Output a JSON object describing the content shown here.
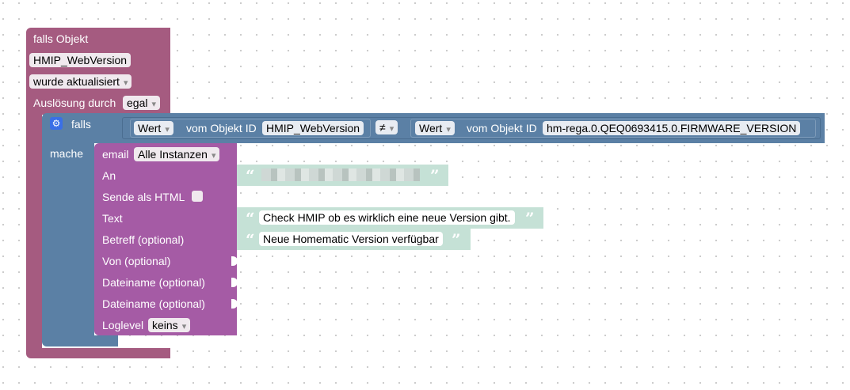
{
  "trigger": {
    "title": "falls Objekt",
    "object_id": "HMIP_WebVersion",
    "event": "wurde aktualisiert",
    "trigger_label": "Auslösung durch",
    "trigger_value": "egal"
  },
  "if_block": {
    "falls_label": "falls",
    "mache_label": "mache",
    "left": {
      "property": "Wert",
      "text": "vom Objekt ID",
      "object": "HMIP_WebVersion"
    },
    "operator": "≠",
    "right": {
      "property": "Wert",
      "text": "vom Objekt ID",
      "object": "hm-rega.0.QEQ0693415.0.FIRMWARE_VERSION"
    }
  },
  "email": {
    "label": "email",
    "instance": "Alle Instanzen",
    "an_label": "An",
    "html_label": "Sende als HTML",
    "text_label": "Text",
    "text_value": "Check HMIP ob es wirklich eine neue Version gibt.",
    "betreff_label": "Betreff (optional)",
    "betreff_value": "Neue Homematic Version verfügbar",
    "von_label": "Von (optional)",
    "datei1_label": "Dateiname (optional)",
    "datei2_label": "Dateiname (optional)",
    "loglevel_label": "Loglevel",
    "loglevel_value": "keins"
  },
  "icons": {
    "gear": "gear-icon",
    "quote_open": "“",
    "quote_close": "”"
  },
  "colors": {
    "trigger": "#a55b80",
    "logic": "#5b80a5",
    "email": "#a55ba5",
    "text": "#c5e1d6"
  }
}
